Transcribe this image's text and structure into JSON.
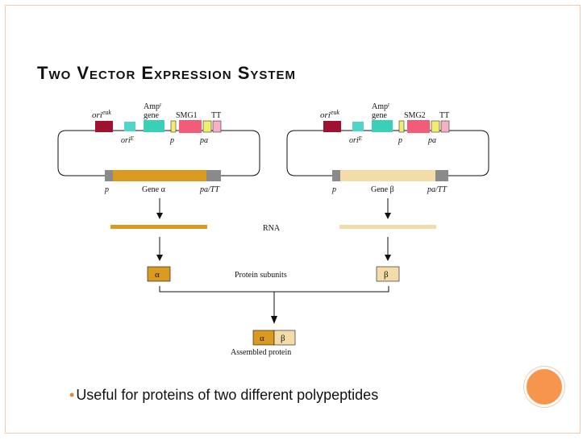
{
  "slide": {
    "title": "Two Vector Expression System",
    "bullet": "Useful for proteins of two different polypeptides"
  },
  "colors": {
    "ori_euk": "#a01030",
    "ori_e": "#4fd6c8",
    "amp": "#3ccfb8",
    "smg": "#f25b7a",
    "p_box": "#f0ee70",
    "tt_box": "#f5b0c4",
    "gene_alpha": "#d99a1f",
    "gene_beta": "#f3dca8",
    "end_cap": "#8a8a8a",
    "accent": "#f6954b"
  },
  "left_vector": {
    "ori_euk_label": "ori",
    "ori_euk_sup": "euk",
    "amp_label_1": "Amp",
    "amp_sup": "r",
    "amp_label_2": "gene",
    "smg_label": "SMG1",
    "tt_label": "TT",
    "ori_e_label": "ori",
    "ori_e_sup": "E",
    "p_label": "p",
    "pa_label": "pa",
    "lower_p": "p",
    "gene_label": "Gene α",
    "lower_pa": "pa/TT"
  },
  "right_vector": {
    "ori_euk_label": "ori",
    "ori_euk_sup": "euk",
    "amp_label_1": "Amp",
    "amp_sup": "r",
    "amp_label_2": "gene",
    "smg_label": "SMG2",
    "tt_label": "TT",
    "ori_e_label": "ori",
    "ori_e_sup": "E",
    "p_label": "p",
    "pa_label": "pa",
    "lower_p": "p",
    "gene_label": "Gene β",
    "lower_pa": "pa/TT"
  },
  "labels": {
    "rna": "RNA",
    "protein_subunits": "Protein subunits",
    "alpha": "α",
    "beta": "β",
    "assembled": "Assembled protein"
  }
}
